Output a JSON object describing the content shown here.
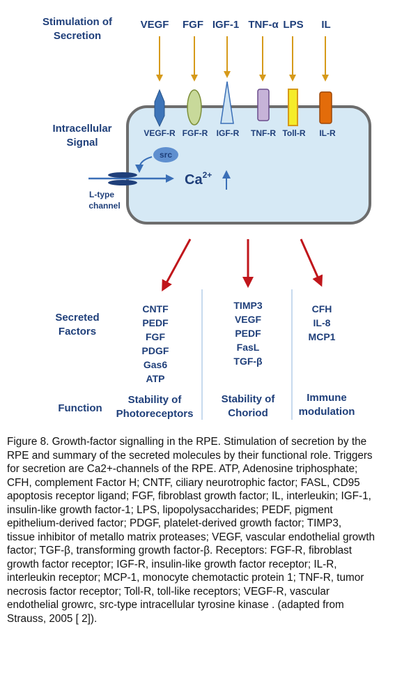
{
  "labels": {
    "stimulation": [
      "Stimulation of",
      "Secretion"
    ],
    "intracellular": [
      "Intracellular",
      "Signal"
    ],
    "channel": [
      "L-type",
      "channel"
    ],
    "secreted": [
      "Secreted",
      "Factors"
    ],
    "function": "Function"
  },
  "stimuli": [
    "VEGF",
    "FGF",
    "IGF-1",
    "TNF-α",
    "LPS",
    "IL"
  ],
  "receptors": [
    "VEGF-R",
    "FGF-R",
    "IGF-R",
    "TNF-R",
    "Toll-R",
    "IL-R"
  ],
  "src": "src",
  "calcium": {
    "base": "Ca",
    "sup": "2+"
  },
  "factors": {
    "left": [
      "CNTF",
      "PEDF",
      "FGF",
      "PDGF",
      "Gas6",
      "ATP"
    ],
    "middle": [
      "TIMP3",
      "VEGF",
      "PEDF",
      "FasL",
      "TGF-β"
    ],
    "right": [
      "CFH",
      "IL-8",
      "MCP1"
    ]
  },
  "functions": {
    "left": [
      "Stability of",
      "Photoreceptors"
    ],
    "middle": [
      "Stability of",
      "Choriod"
    ],
    "right": [
      "Immune",
      "modulation"
    ]
  },
  "caption": [
    " Figure 8. Growth-factor signalling in the RPE. Stimulation of secretion by the",
    "RPE and summary of the secreted molecules by their functional role. Triggers",
    "for secretion are Ca2+-channels of the RPE.  ATP, Adenosine triphosphate;",
    "CFH, complement Factor H; CNTF, ciliary neurotrophic factor; FASL, CD95",
    "apoptosis receptor ligand; FGF, fibroblast growth factor; IL, interleukin; IGF-1,",
    "insulin-like growth factor-1; LPS, lipopolysaccharides; PEDF, pigment",
    "epithelium-derived factor; PDGF, platelet-derived growth factor; TIMP3,",
    "tissue inhibitor of metallo matrix proteases; VEGF, vascular endothelial growth",
    "factor; TGF-β, transforming growth factor-β. Receptors: FGF-R, fibroblast",
    "growth factor receptor; IGF-R, insulin-like growth factor receptor; IL-R,",
    "interleukin receptor; MCP-1, monocyte chemotactic protein 1; TNF-R, tumor",
    "necrosis factor receptor; Toll-R, toll-like receptors; VEGF-R, vascular",
    "endothelial growrc, src-type intracellular tyrosine kinase .  (adapted from",
    "Strauss, 2005 [ 2])."
  ],
  "colors": {
    "label_text": "#1f3f7a",
    "cell_fill": "#d6e9f5",
    "cell_border": "#6d6d6d",
    "stim_arrow": "#d69a1a",
    "red_arrow": "#c0161b",
    "blue_arrow": "#3a6fb7",
    "vegf_r": "#3d74b8",
    "fgf_r": "#c8d99a",
    "igf_r": "#cfe4f3",
    "tnf_r": "#c6b3d8",
    "toll_r": "#f5ec2a",
    "il_r": "#e36c0a",
    "channel": "#1f3f7a",
    "src_fill": "#5f8fcf"
  }
}
